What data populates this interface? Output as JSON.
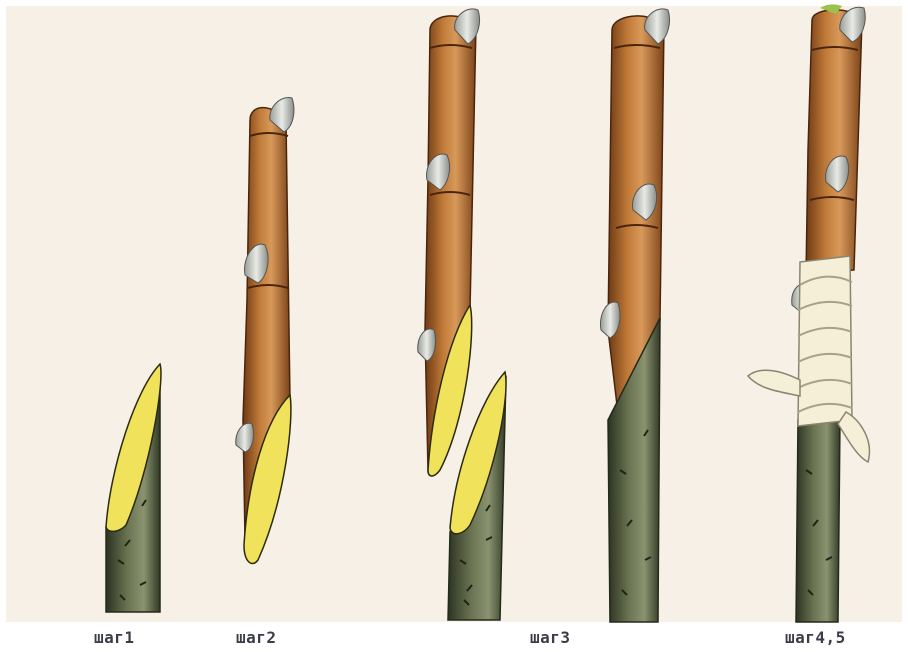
{
  "labels": {
    "step1": "шаг1",
    "step2": "шаг2",
    "step3": "шаг3",
    "step4_5": "шаг4,5"
  },
  "colors": {
    "background": "#f6f0e6",
    "bark": "#a8632a",
    "bark_dark": "#6e3a14",
    "bark_light": "#d8995a",
    "rootstock": "#5e6848",
    "rootstock_dark": "#2c3322",
    "cut_surface": "#f0e25a",
    "bud": "#c9ccc8",
    "tape": "#f4efd6",
    "label_text": "#3b3e48"
  },
  "icons": [
    "scion-cut-icon",
    "scion-icon",
    "rootstock-icon",
    "grafting-tape-icon"
  ]
}
